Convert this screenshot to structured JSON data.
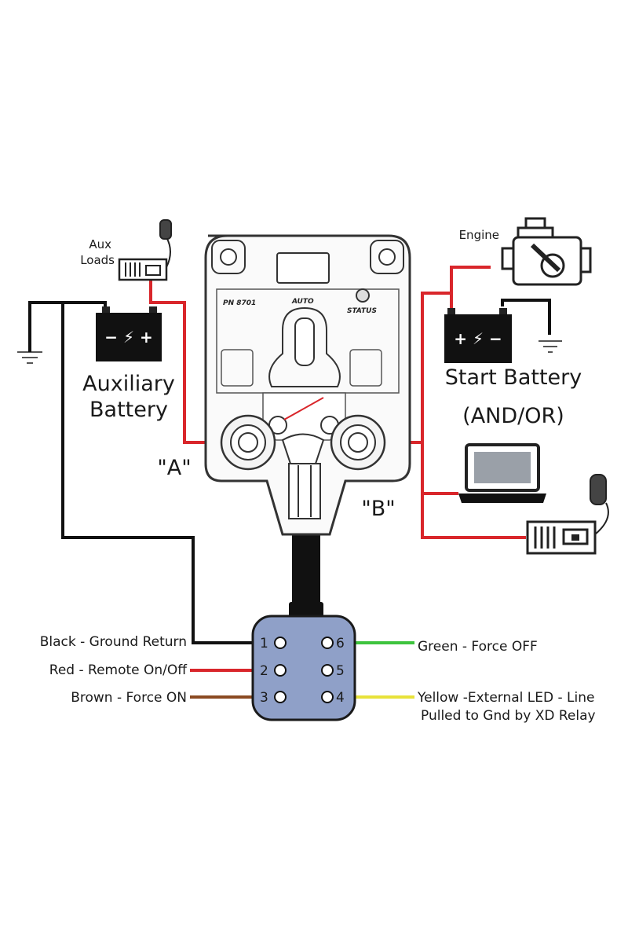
{
  "colors": {
    "red_wire": "#d9262b",
    "black_wire": "#111111",
    "green_wire": "#3ec43e",
    "yellow_wire": "#e8e23a",
    "brown_wire": "#8b4a22",
    "connector_fill": "#8fa0c8"
  },
  "labels": {
    "aux_loads": [
      "Aux",
      "Loads"
    ],
    "aux_battery": [
      "Auxiliary",
      "Battery"
    ],
    "engine": "Engine",
    "start_battery": [
      "Start Battery",
      "(AND/OR)"
    ],
    "terminal_a": "\"A\"",
    "terminal_b": "\"B\"",
    "relay_part": "PN 8701",
    "relay_auto": "AUTO",
    "relay_status": "STATUS",
    "aux_battery_symbol": "− ⚡ +",
    "start_battery_symbol": "+ ⚡ −"
  },
  "connector": {
    "pins_left": [
      "1",
      "2",
      "3"
    ],
    "pins_right": [
      "6",
      "5",
      "4"
    ]
  },
  "wires": {
    "black": "Black - Ground Return",
    "red": "Red - Remote On/Off",
    "brown": "Brown - Force ON",
    "green": "Green - Force OFF",
    "yellow": [
      "Yellow -External LED - Line",
      "Pulled to Gnd by XD Relay"
    ]
  },
  "icons": [
    "battery-icon",
    "engine-icon",
    "laptop-icon",
    "radio-icon",
    "microphone-icon",
    "ground-icon",
    "relay-icon"
  ]
}
